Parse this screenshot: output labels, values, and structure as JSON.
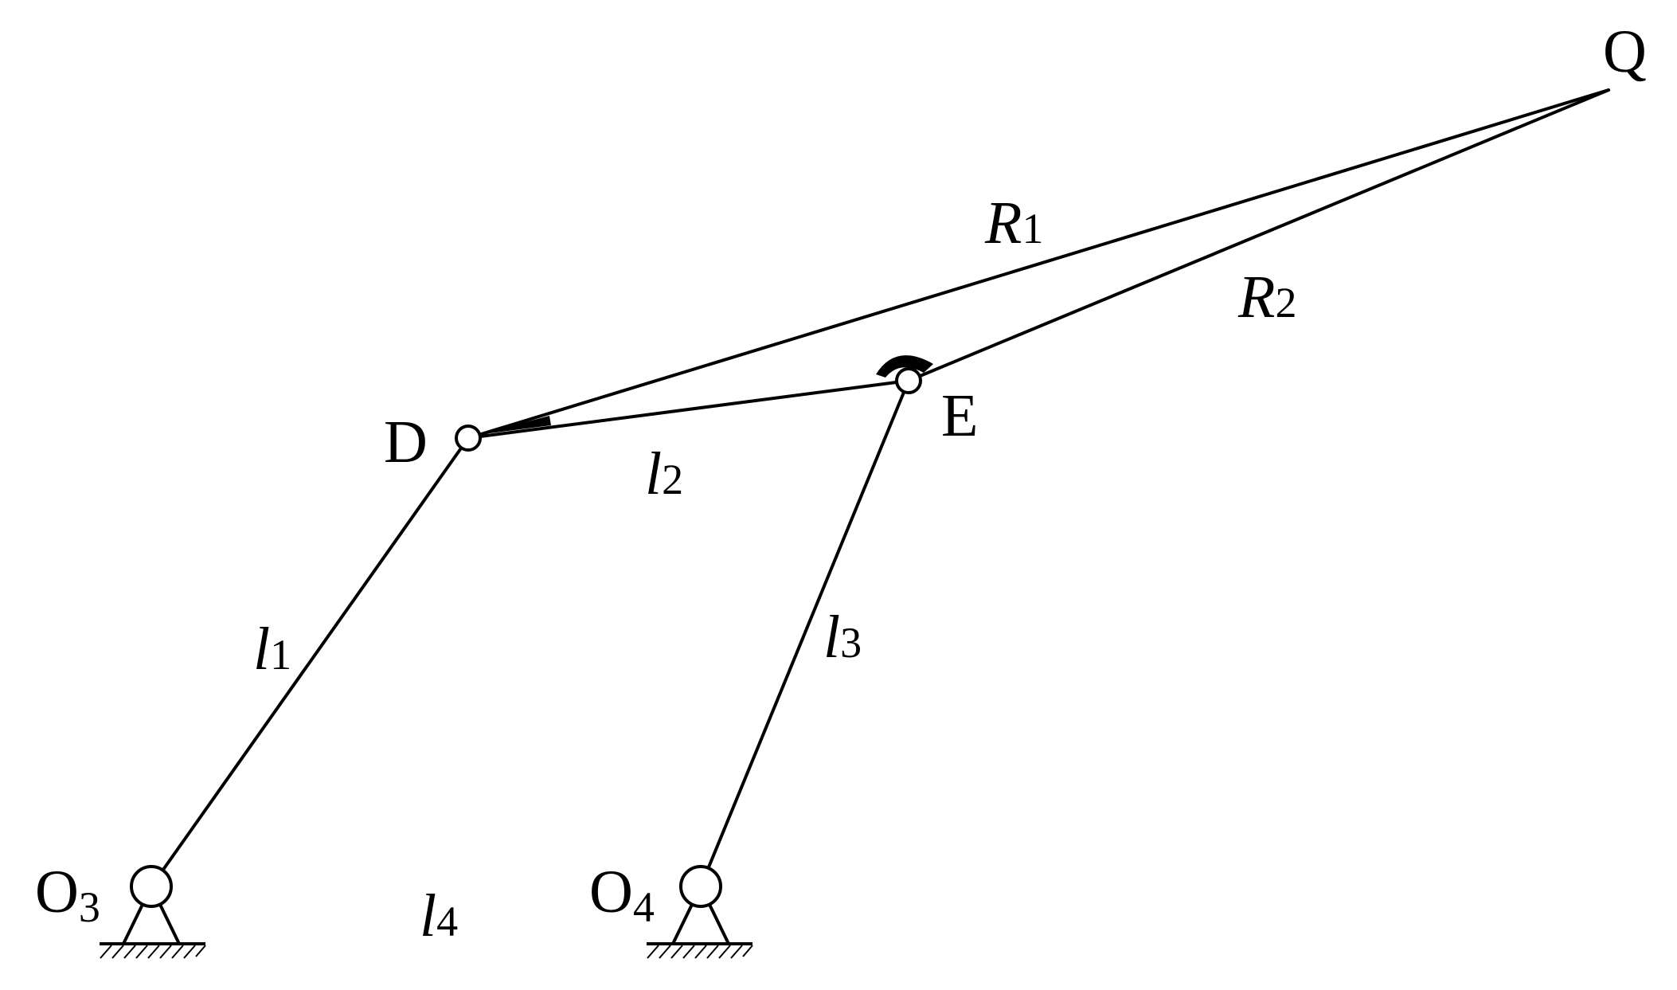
{
  "points": {
    "O3": {
      "letter": "O",
      "sub": "3"
    },
    "O4": {
      "letter": "O",
      "sub": "4"
    },
    "D": {
      "letter": "D"
    },
    "E": {
      "letter": "E"
    },
    "Q": {
      "letter": "Q"
    }
  },
  "lengths": {
    "l1": {
      "letter": "l",
      "sub": "1"
    },
    "l2": {
      "letter": "l",
      "sub": "2"
    },
    "l3": {
      "letter": "l",
      "sub": "3"
    },
    "l4": {
      "letter": "l",
      "sub": "4"
    },
    "R1": {
      "letter": "R",
      "sub": "1"
    },
    "R2": {
      "letter": "R",
      "sub": "2"
    }
  }
}
